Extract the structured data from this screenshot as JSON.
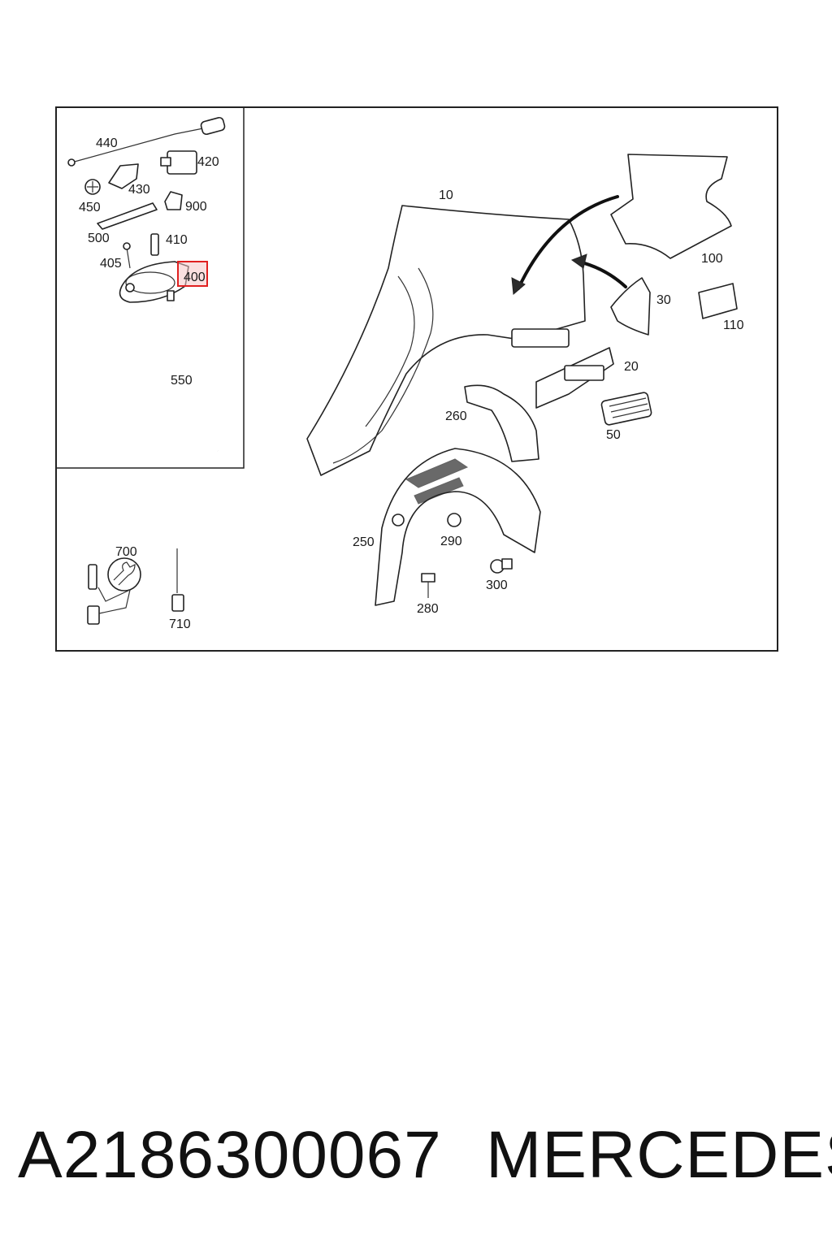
{
  "callouts": {
    "c10": "10",
    "c20": "20",
    "c30": "30",
    "c50": "50",
    "c100": "100",
    "c110": "110",
    "c250": "250",
    "c260": "260",
    "c280": "280",
    "c290": "290",
    "c300": "300",
    "c400": "400",
    "c405": "405",
    "c410": "410",
    "c420": "420",
    "c430": "430",
    "c440": "440",
    "c450": "450",
    "c500": "500",
    "c550": "550",
    "c700": "700",
    "c710": "710",
    "c900": "900"
  },
  "highlight": {
    "part": "400",
    "color": "#e02020"
  },
  "footer": {
    "part_number": "A2186300067",
    "brand": "MERCEDES"
  },
  "icons": [
    "wrench-icon",
    "arrow-icon"
  ]
}
